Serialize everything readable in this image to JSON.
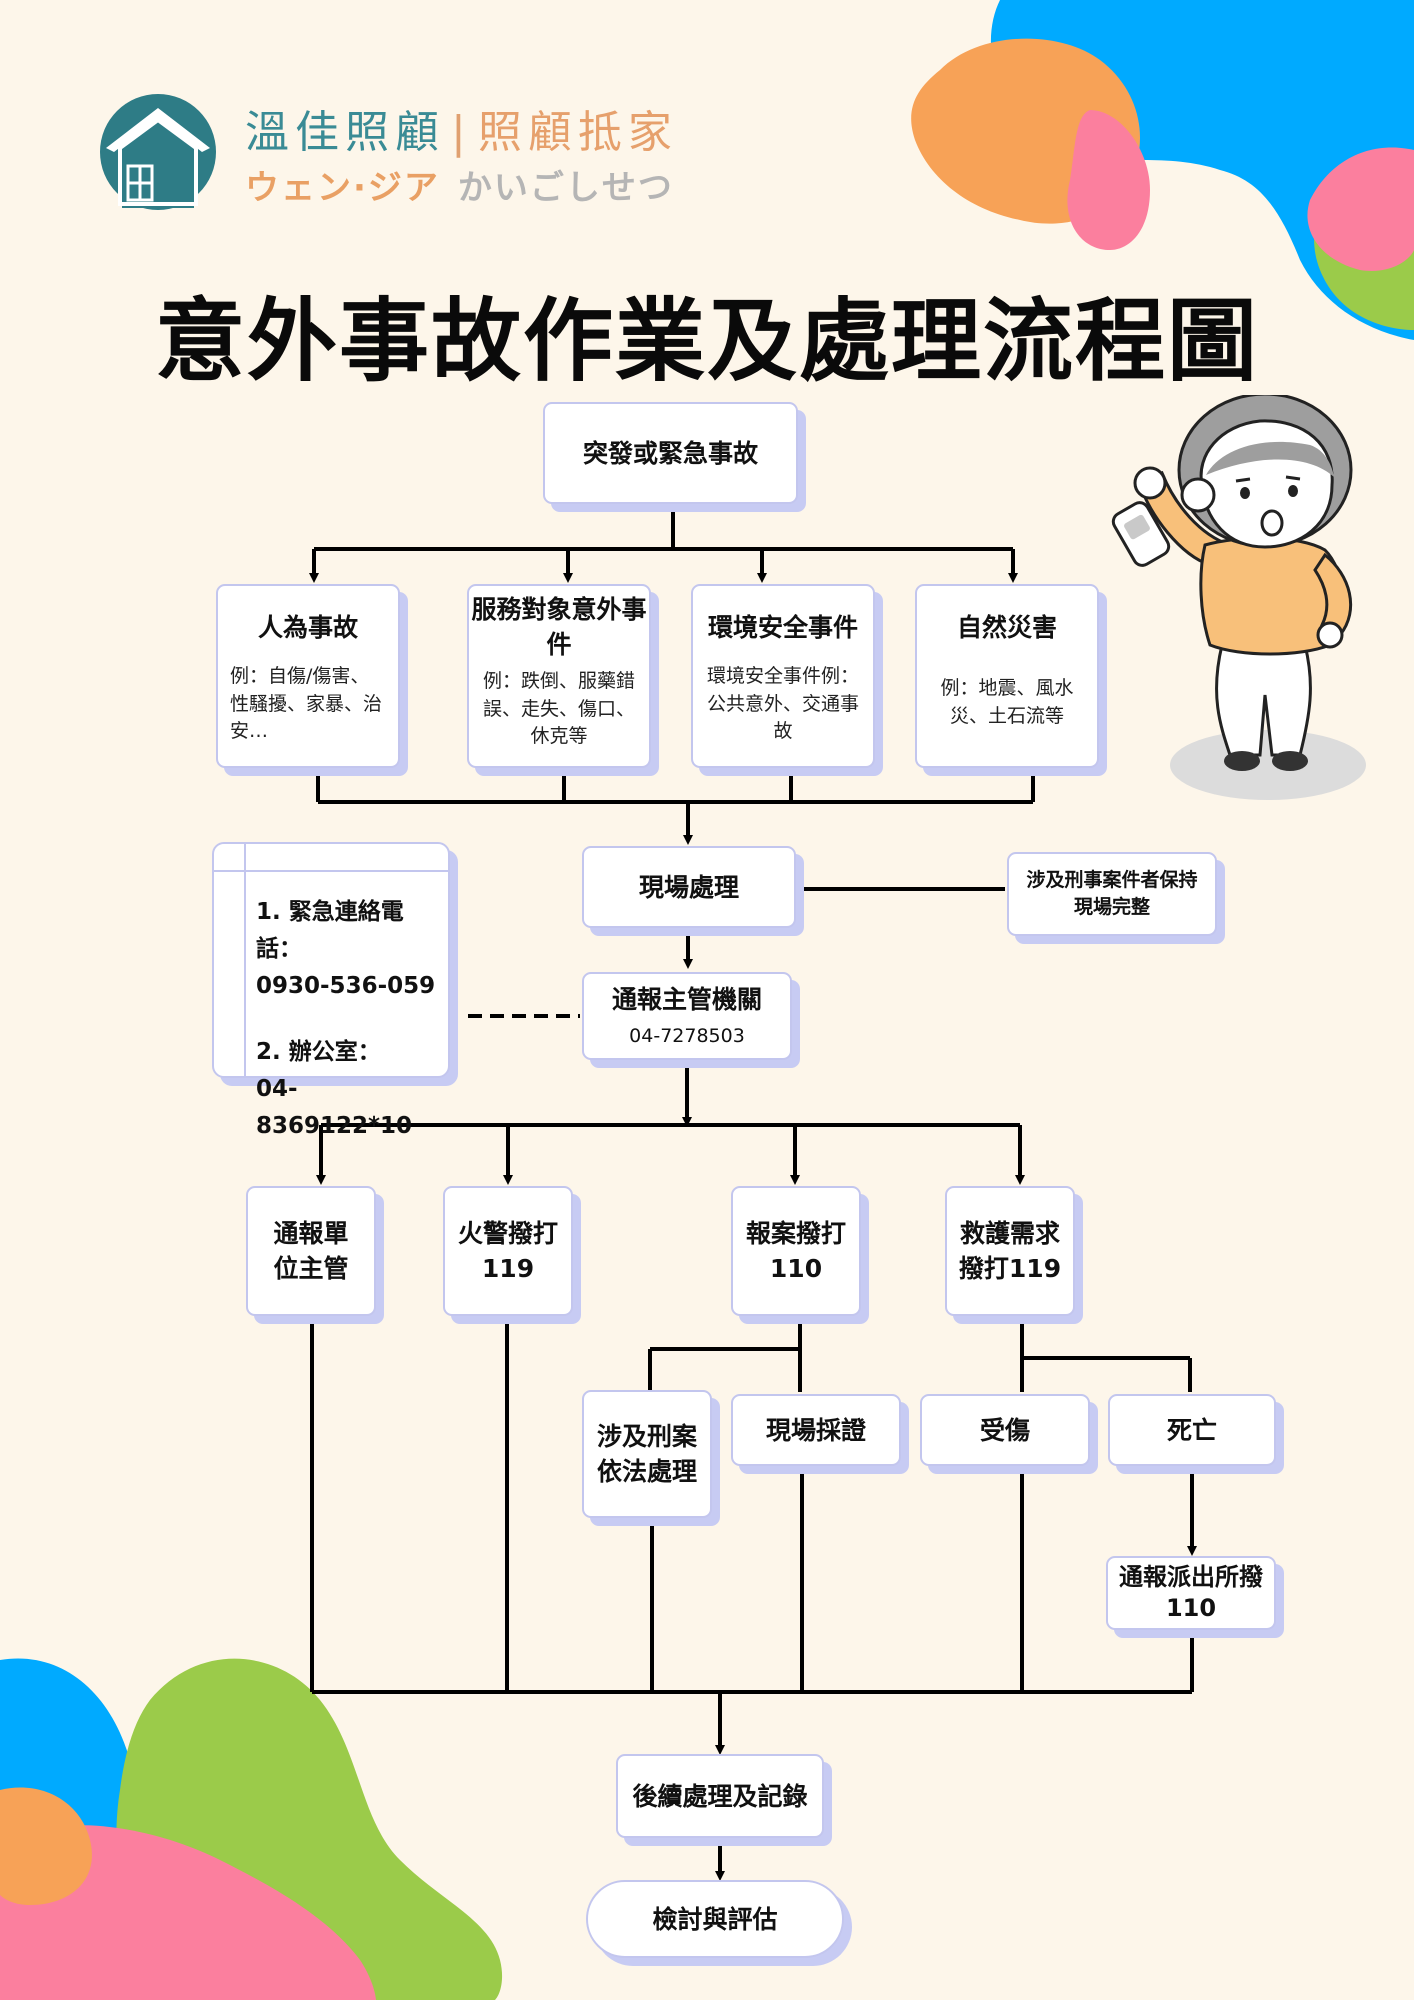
{
  "logo": {
    "name": "溫佳照顧",
    "slogan": "照顧抵家",
    "jp_name": "ウェン·ジア",
    "jp_sub": "かいごしせつ"
  },
  "title": "意外事故作業及處理流程圖",
  "nodes": {
    "start": "突發或緊急事故",
    "human": {
      "title": "人為事故",
      "desc": "例：自傷/傷害、性騷擾、家暴、治安…"
    },
    "service": {
      "title": "服務對象意外事件",
      "desc": "例：跌倒、服藥錯誤、走失、傷口、休克等"
    },
    "env": {
      "title": "環境安全事件",
      "desc": "環境安全事件例： 公共意外、交通事故"
    },
    "nature": {
      "title": "自然災害",
      "desc": "例：地震、風水災、土石流等"
    },
    "onsite": "現場處理",
    "criminal_keep": "涉及刑事案件者保持現場完整",
    "report_auth": {
      "title": "通報主管機關",
      "tel": "04-7278503"
    },
    "notify_unit": "通報單位主管",
    "fire": "火警撥打119",
    "police": "報案撥打110",
    "rescue": "救護需求撥打119",
    "criminal_law": "涉及刑案依法處理",
    "evidence": "現場採證",
    "injury": "受傷",
    "death": "死亡",
    "notify_police": "通報派出所撥110",
    "followup": "後續處理及記錄",
    "review": "檢討與評估"
  },
  "contact": {
    "l1": "1. 緊急連絡電話：",
    "l2": "0930-536-059",
    "l3": "2. 辦公室：",
    "l4": "04-8369122*10"
  },
  "colors": {
    "blue": "#00aaff",
    "orange": "#f7a257",
    "pink": "#fb7f9e",
    "green": "#9bcb4a",
    "teal": "#2e7c86",
    "shadow": "#c7cbf3"
  }
}
